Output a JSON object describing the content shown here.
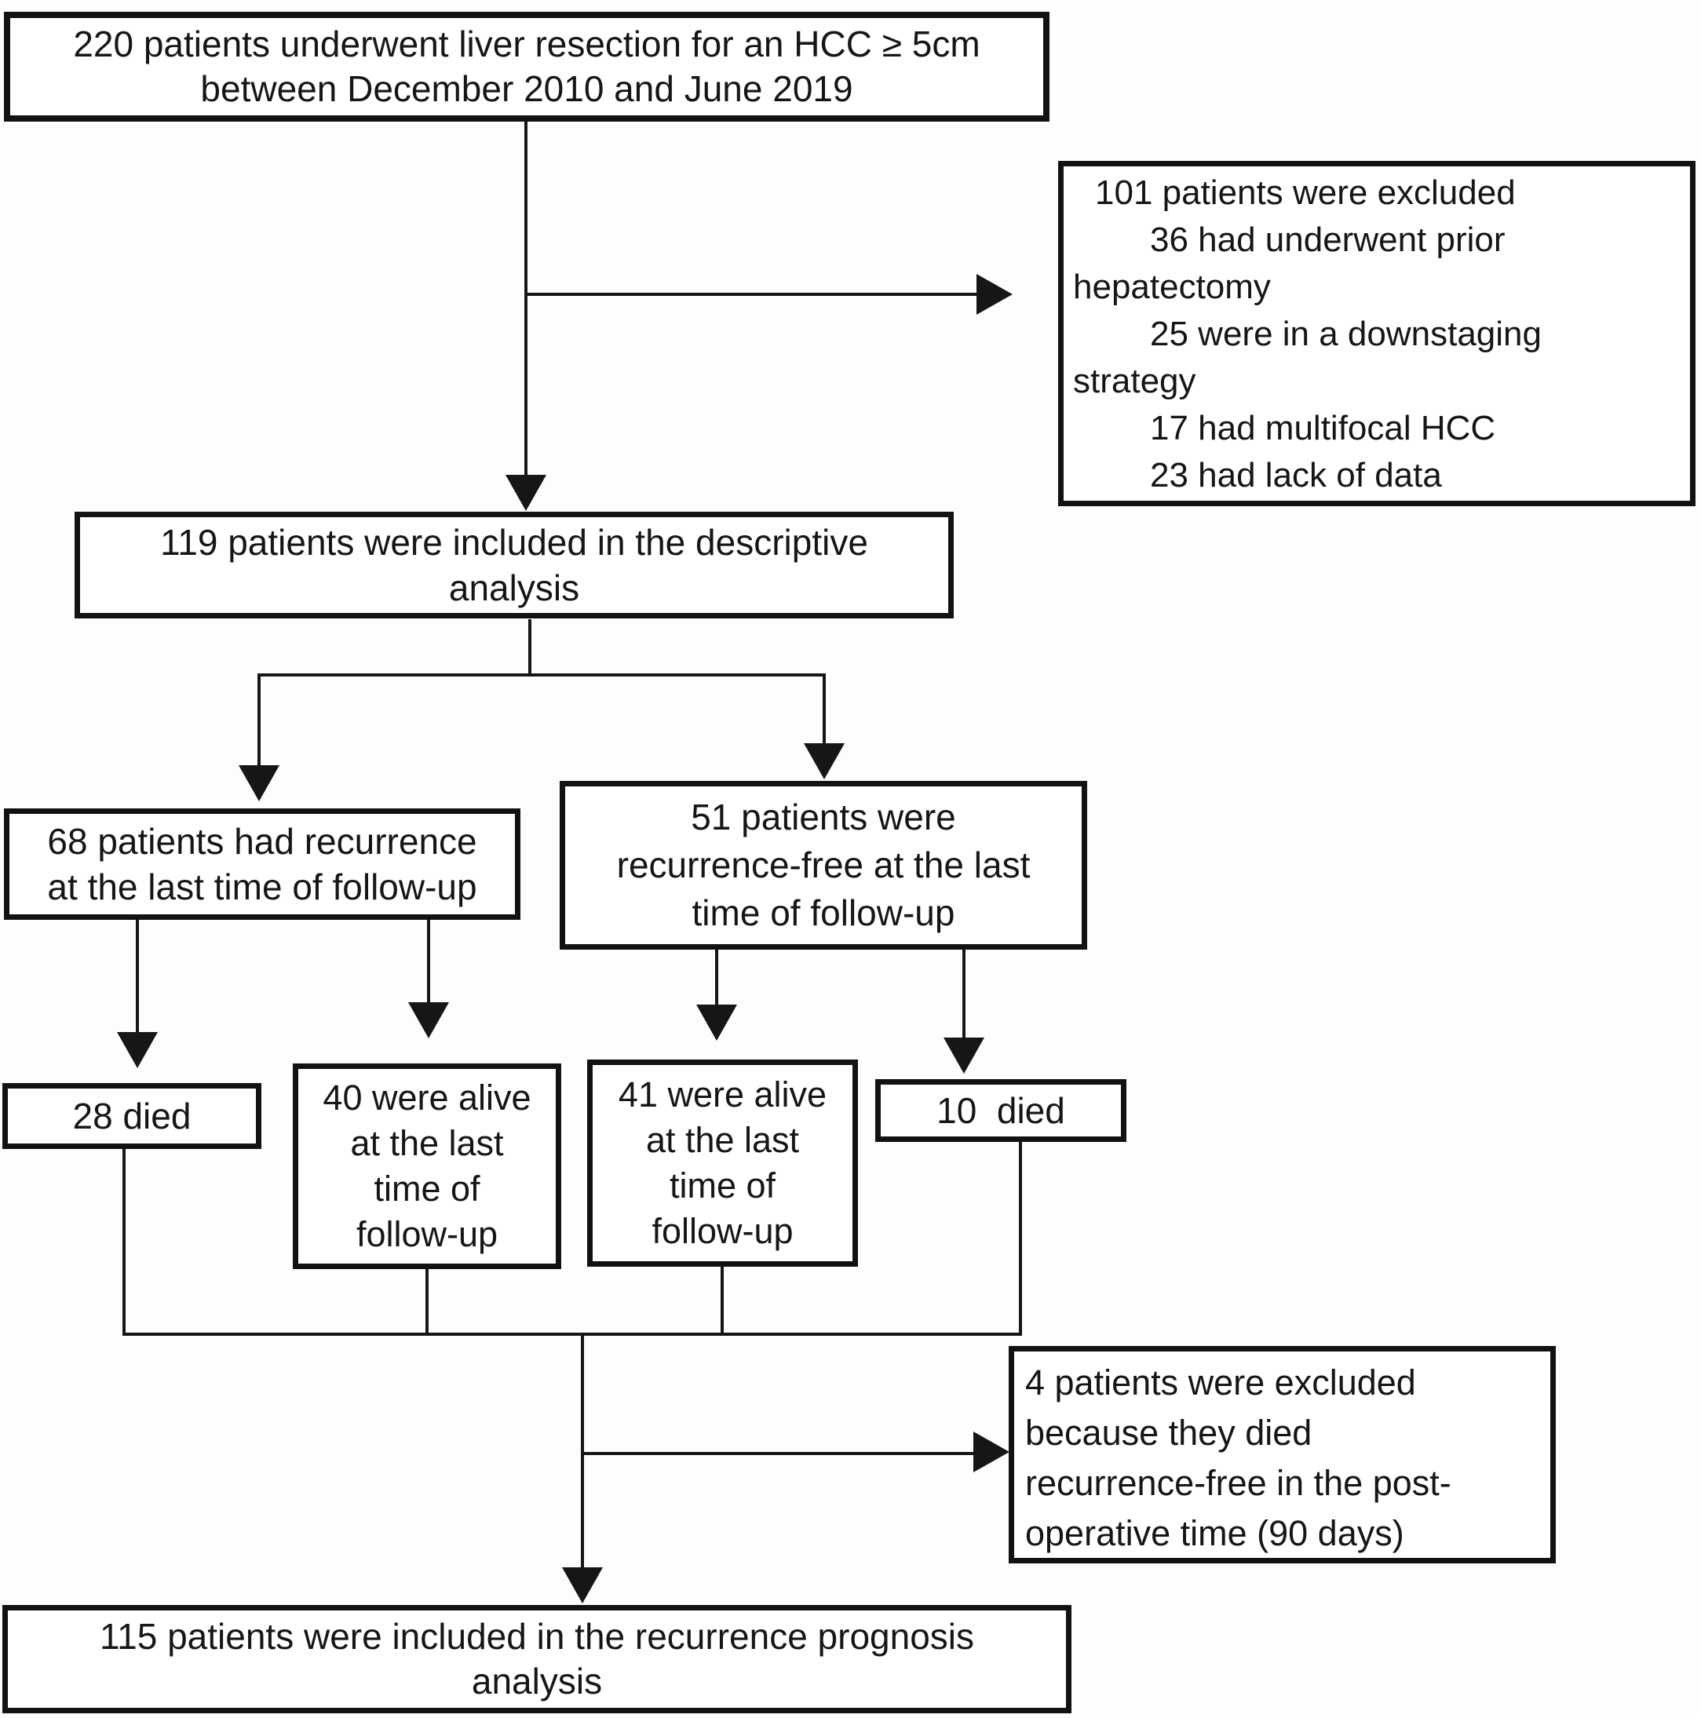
{
  "figure": {
    "palette": {
      "background": "#ffffff",
      "box_border": "#121212",
      "line_color": "#161616",
      "text_color": "#161616"
    },
    "boxes": {
      "enrollment": {
        "lines": [
          "220 patients underwent liver resection for an HCC ≥ 5cm",
          "between December 2010 and June 2019"
        ]
      },
      "excluded": {
        "lines": [
          "101 patients were excluded",
          "36 had underwent prior",
          "hepatectomy",
          "25 were in a downstaging",
          "strategy",
          "17 had multifocal HCC",
          "23 had lack of data"
        ]
      },
      "descriptive": {
        "lines": [
          "119 patients were included in the descriptive",
          "analysis"
        ]
      },
      "recurrence": {
        "lines": [
          "68 patients had recurrence",
          "at the last time of follow-up"
        ]
      },
      "recurrence_free": {
        "lines": [
          "51 patients were",
          "recurrence-free at the last",
          "time of follow-up"
        ]
      },
      "recurrence_died": {
        "lines": [
          "28 died"
        ]
      },
      "recurrence_alive": {
        "lines": [
          "40 were alive",
          "at the last",
          "time of",
          "follow-up"
        ]
      },
      "free_alive": {
        "lines": [
          "41 were alive",
          "at the last",
          "time of",
          "follow-up"
        ]
      },
      "free_died": {
        "lines": [
          "10  died"
        ]
      },
      "postop_excluded": {
        "lines": [
          "4 patients were excluded",
          "because they died",
          "recurrence-free in the post-",
          "operative time (90 days)"
        ]
      },
      "prognosis": {
        "lines": [
          "115 patients were included in the recurrence prognosis",
          "analysis"
        ]
      }
    }
  }
}
